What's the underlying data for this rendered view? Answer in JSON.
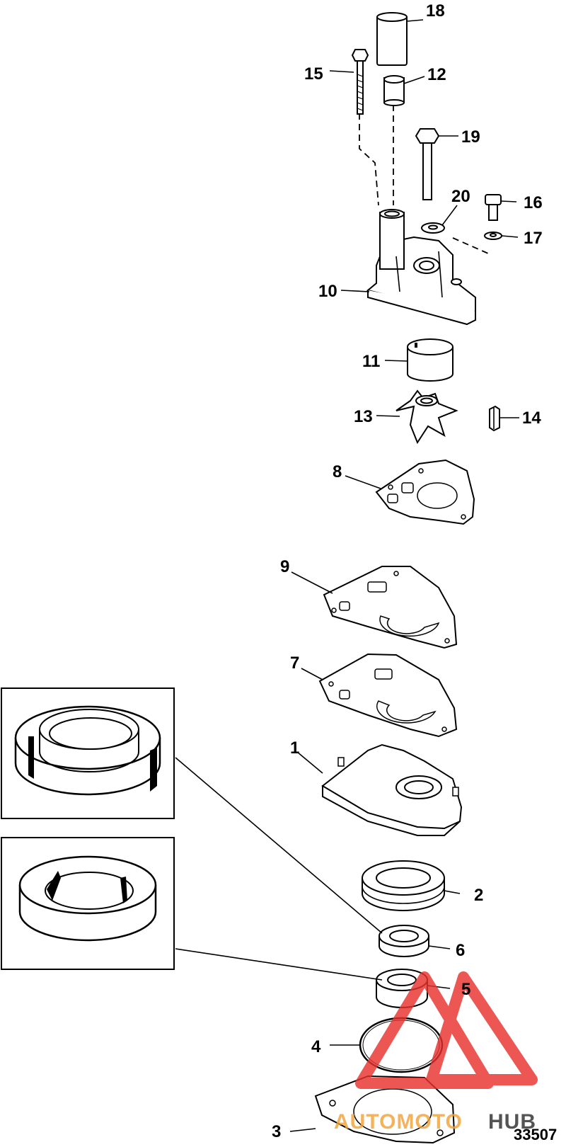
{
  "figure_number": "33507",
  "callouts": {
    "c1": "1",
    "c2": "2",
    "c3": "3",
    "c4": "4",
    "c5": "5",
    "c6": "6",
    "c7": "7",
    "c8": "8",
    "c9": "9",
    "c10": "10",
    "c11": "11",
    "c12": "12",
    "c13": "13",
    "c14": "14",
    "c15": "15",
    "c16": "16",
    "c17": "17",
    "c18": "18",
    "c19": "19",
    "c20": "20"
  },
  "watermark": {
    "text_part1": "AUTOMOTO",
    "text_part2": "HUB",
    "color_red": "#e8332f",
    "color_orange": "#f2a23a"
  }
}
